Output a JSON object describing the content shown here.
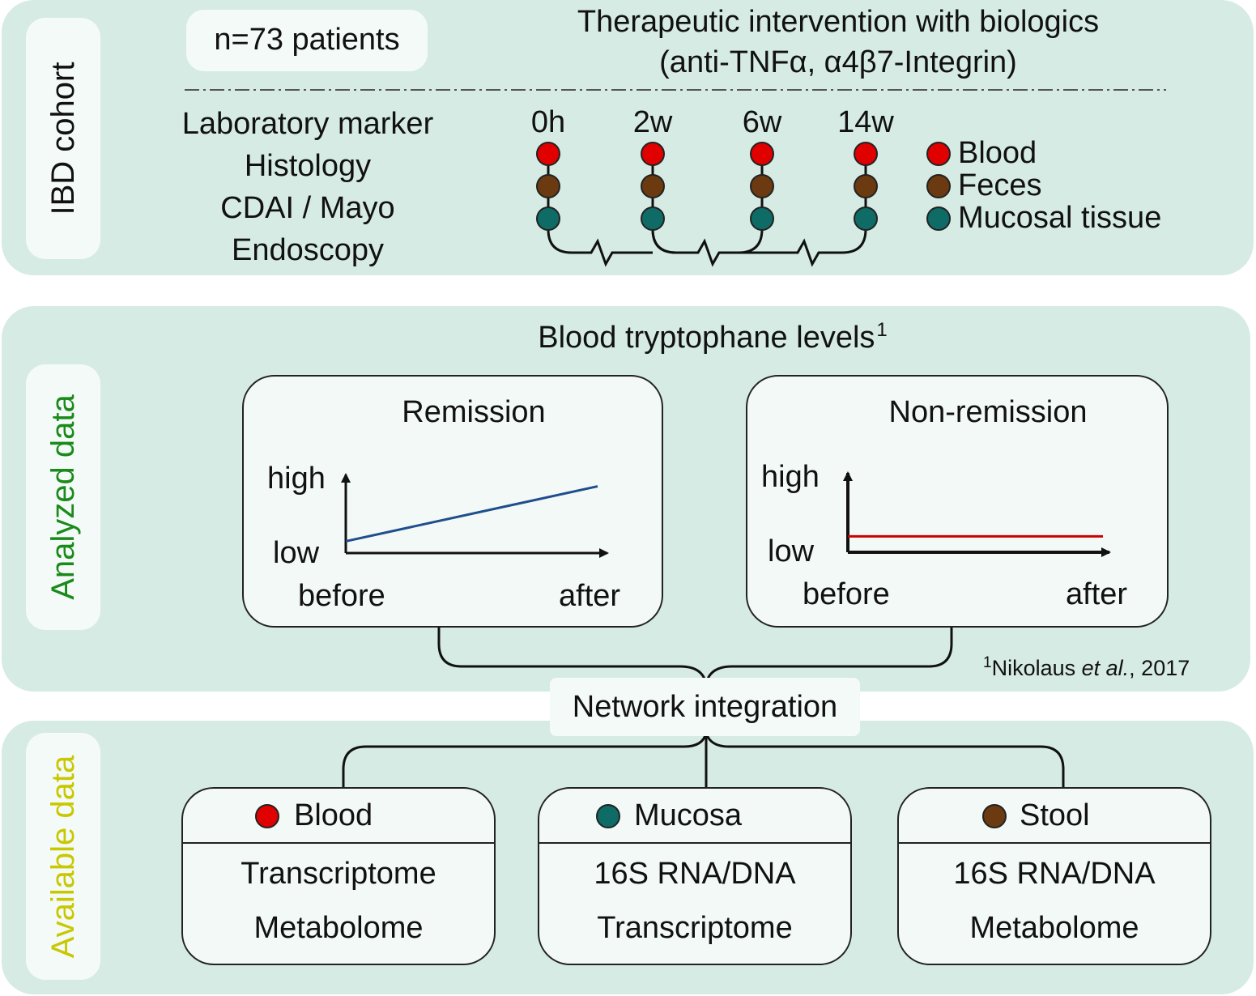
{
  "colors": {
    "panel_bg": "#d5ebe3",
    "blood": "#e00000",
    "feces": "#6b3a10",
    "mucosal": "#0e6b66",
    "remission_line": "#1f4e8c",
    "nonremission_line": "#cc0000",
    "analyzed_label": "#1a8a1a",
    "available_label": "#c8c800"
  },
  "cohort": {
    "side_label": "IBD cohort",
    "patients": "n=73 patients",
    "intervention_title": "Therapeutic intervention with biologics",
    "intervention_sub": "(anti-TNFα, α4β7-Integrin)",
    "measures": [
      "Laboratory marker",
      "Histology",
      "CDAI / Mayo",
      "Endoscopy"
    ],
    "timepoints": [
      "0h",
      "2w",
      "6w",
      "14w"
    ],
    "legend": [
      {
        "label": "Blood",
        "color": "#e00000"
      },
      {
        "label": "Feces",
        "color": "#6b3a10"
      },
      {
        "label": "Mucosal tissue",
        "color": "#0e6b66"
      }
    ]
  },
  "analyzed": {
    "side_label": "Analyzed data",
    "title": "Blood tryptophane levels",
    "title_sup": "1",
    "remission": {
      "title": "Remission",
      "y_high": "high",
      "y_low": "low",
      "x_before": "before",
      "x_after": "after",
      "trend": {
        "start": 0.15,
        "end": 0.85
      }
    },
    "nonremission": {
      "title": "Non-remission",
      "y_high": "high",
      "y_low": "low",
      "x_before": "before",
      "x_after": "after",
      "trend": {
        "start": 0.2,
        "end": 0.2
      }
    },
    "reference": {
      "sup": "1",
      "author": "Nikolaus ",
      "etal": "et al.",
      "year": ", 2017"
    }
  },
  "network_integration": "Network integration",
  "available": {
    "side_label": "Available data",
    "cards": [
      {
        "title": "Blood",
        "dot": "#e00000",
        "items": [
          "Transcriptome",
          "Metabolome"
        ]
      },
      {
        "title": "Mucosa",
        "dot": "#0e6b66",
        "items": [
          "16S RNA/DNA",
          "Transcriptome"
        ]
      },
      {
        "title": "Stool",
        "dot": "#6b3a10",
        "items": [
          "16S RNA/DNA",
          "Metabolome"
        ]
      }
    ]
  }
}
